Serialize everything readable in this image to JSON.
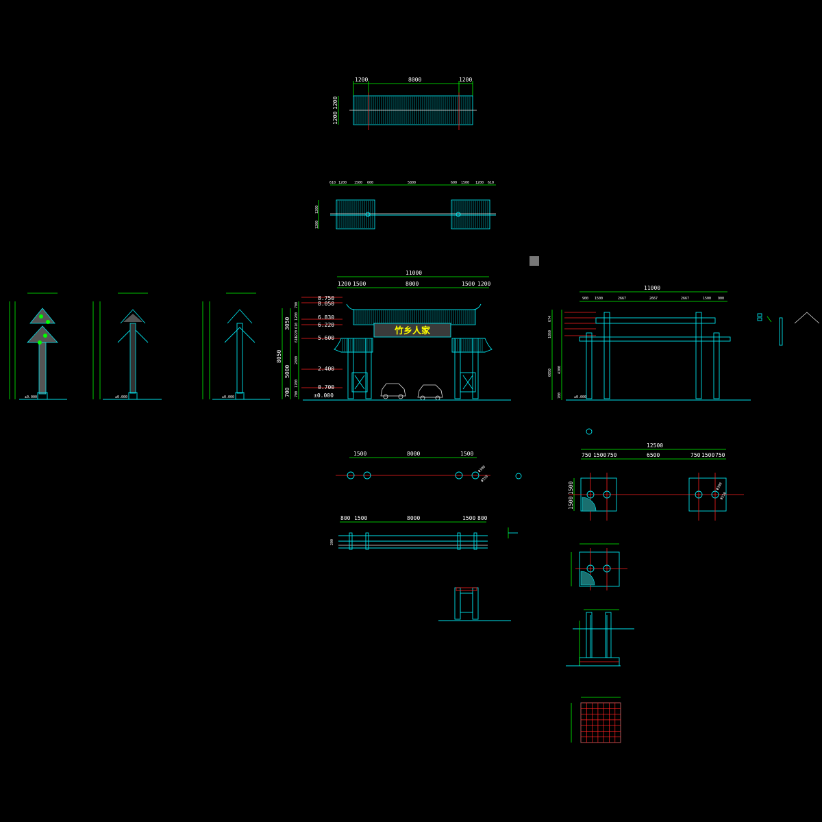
{
  "drawing": {
    "background": "#000000",
    "colors": {
      "dimension": "#00ff00",
      "outline": "#00e5ee",
      "axis": "#ff2020",
      "text": "#ffffff",
      "sign_text": "#ffff00",
      "sign_panel": "#3a3a3a"
    }
  },
  "roof_plan": {
    "dims_top": [
      "1200",
      "8000",
      "1200"
    ],
    "dims_left": [
      "1200",
      "1200"
    ]
  },
  "lower_roof_plan": {
    "dims_top": [
      "610",
      "1200",
      "1500",
      "600",
      "5800",
      "600",
      "1500",
      "1200",
      "610"
    ],
    "dims_left": [
      "1200",
      "1200"
    ]
  },
  "front_elevation": {
    "overall_width": "11000",
    "dims_top": [
      "1200",
      "1500",
      "8000",
      "1500",
      "1200"
    ],
    "sign_text": "竹乡人家",
    "elevations": [
      "8.750",
      "8.050",
      "6.830",
      "6.220",
      "5.600",
      "2.400",
      "0.700",
      "±0.000"
    ],
    "dims_left_segments": [
      "3050",
      "5000",
      "700"
    ],
    "dims_left_total": "8050",
    "dims_left_inner": [
      "700",
      "1200",
      "610",
      "1220",
      "610",
      "2800",
      "1700",
      "700"
    ]
  },
  "side_elevation": {
    "overall_width": "11000",
    "dims_top": [
      "900",
      "1500",
      "2667",
      "2667",
      "2667",
      "1500",
      "900"
    ],
    "dims_left": [
      "674",
      "1860",
      "4300",
      "6050",
      "700"
    ],
    "ground_label": "±0.000"
  },
  "column_plan": {
    "dims_top": [
      "1500",
      "8000",
      "1500"
    ],
    "column_label_1": "Φ300",
    "column_label_2": "Φ250"
  },
  "beam_plan": {
    "dims_top": [
      "800",
      "1500",
      "8000",
      "1500",
      "800"
    ],
    "dims_left": [
      "200"
    ]
  },
  "foundation_plan": {
    "overall_width": "12500",
    "dims_top": [
      "750",
      "1500",
      "750",
      "6500",
      "750",
      "1500",
      "750"
    ],
    "dims_left": [
      "1500",
      "1500"
    ],
    "pile_label_1": "Φ300",
    "pile_label_2": "Φ250"
  },
  "section_views": {
    "side_column_ground_label": "±0.000"
  }
}
